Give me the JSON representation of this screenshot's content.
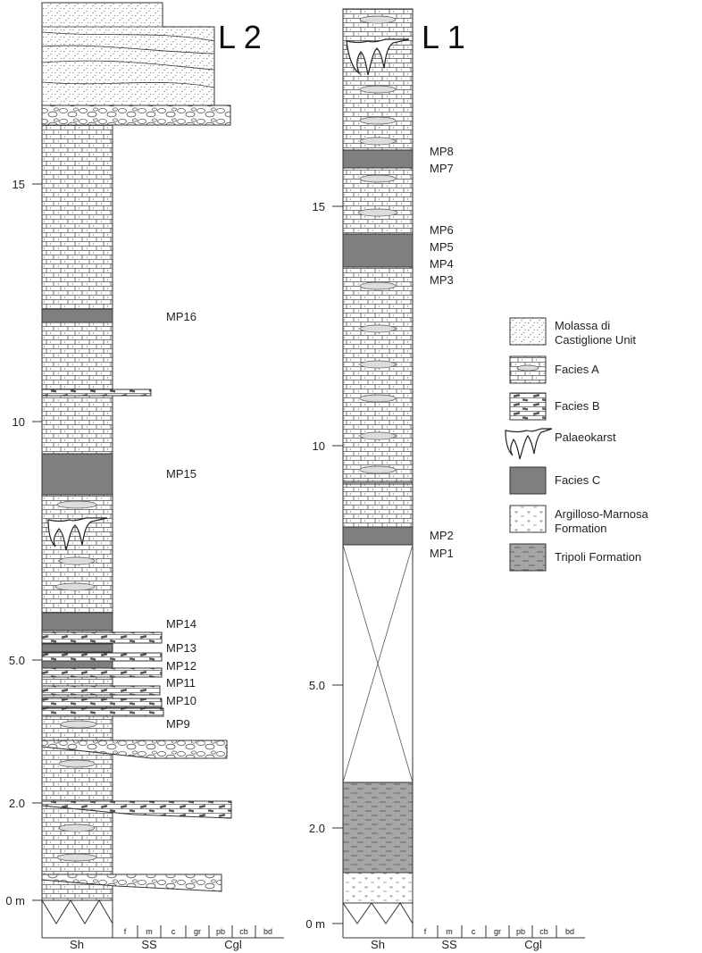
{
  "columns": {
    "left": {
      "title": "L 2",
      "ticks": [
        "15",
        "10",
        "5.0",
        "2.0",
        "0 m"
      ]
    },
    "right": {
      "title": "L 1",
      "ticks": [
        "15",
        "10",
        "5.0",
        "2.0",
        "0 m"
      ]
    }
  },
  "samples_l2": [
    "MP16",
    "MP15",
    "MP14",
    "MP13",
    "MP12",
    "MP11",
    "MP10",
    "MP9"
  ],
  "samples_l1": [
    "MP8",
    "MP7",
    "MP6",
    "MP5",
    "MP4",
    "MP3",
    "MP2",
    "MP1"
  ],
  "grain_scale": {
    "sh": "Sh",
    "ss": "SS",
    "cgl": "Cgl",
    "sub": [
      "f",
      "m",
      "c",
      "gr",
      "pb",
      "cb",
      "bd"
    ]
  },
  "legend": [
    {
      "line1": "Molassa di",
      "line2": "Castiglione Unit",
      "icon": "molassa-swatch-icon"
    },
    {
      "line1": "Facies A",
      "line2": "",
      "icon": "facies-a-swatch-icon"
    },
    {
      "line1": "Facies B",
      "line2": "",
      "icon": "facies-b-swatch-icon"
    },
    {
      "line1": "Palaeokarst",
      "line2": "",
      "icon": "palaeokarst-swatch-icon"
    },
    {
      "line1": "Facies C",
      "line2": "",
      "icon": "facies-c-swatch-icon"
    },
    {
      "line1": "Argilloso-Marnosa",
      "line2": "Formation",
      "icon": "argilloso-swatch-icon"
    },
    {
      "line1": "Tripoli Formation",
      "line2": "",
      "icon": "tripoli-swatch-icon"
    }
  ],
  "colors": {
    "facies_c": "#7f7f7f",
    "tripoli": "#a6a6a6",
    "line": "#333333"
  }
}
